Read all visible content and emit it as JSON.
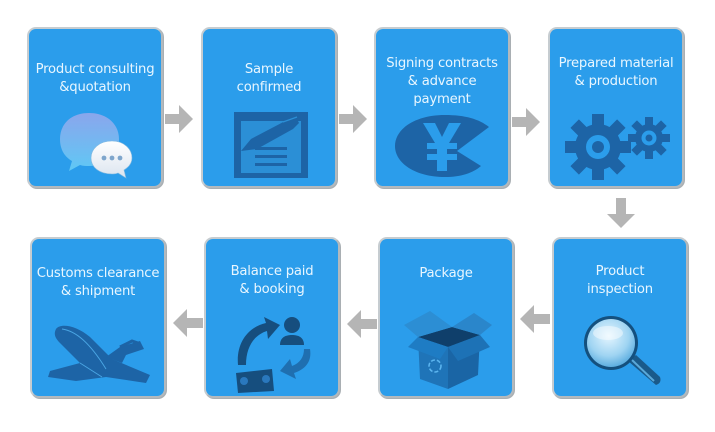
{
  "title": "Order process flow",
  "colors": {
    "box_fill": "#2b9deb",
    "box_border": "#b3b9bd",
    "icon_dark": "#1d64a6",
    "arrow": "#b5b5b5",
    "text": "#e8f6ff"
  },
  "steps": [
    {
      "order": 1,
      "label": "Product consulting\n&quotation",
      "icon": "chat-bubbles-icon"
    },
    {
      "order": 2,
      "label": "Sample\nconfirmed",
      "icon": "document-pen-icon"
    },
    {
      "order": 3,
      "label": "Signing contracts\n& advance\npayment",
      "icon": "yen-coin-icon"
    },
    {
      "order": 4,
      "label": "Prepared material\n& production",
      "icon": "gears-icon"
    },
    {
      "order": 5,
      "label": "Product\ninspection",
      "icon": "magnifier-icon"
    },
    {
      "order": 6,
      "label": "Package",
      "icon": "open-box-icon"
    },
    {
      "order": 7,
      "label": "Balance paid\n& booking",
      "icon": "payment-exchange-icon"
    },
    {
      "order": 8,
      "label": "Customs clearance\n& shipment",
      "icon": "airplane-icon"
    }
  ],
  "flow": [
    {
      "from": 1,
      "to": 2,
      "direction": "right"
    },
    {
      "from": 2,
      "to": 3,
      "direction": "right"
    },
    {
      "from": 3,
      "to": 4,
      "direction": "right"
    },
    {
      "from": 4,
      "to": 5,
      "direction": "down"
    },
    {
      "from": 5,
      "to": 6,
      "direction": "left"
    },
    {
      "from": 6,
      "to": 7,
      "direction": "left"
    },
    {
      "from": 7,
      "to": 8,
      "direction": "left"
    }
  ]
}
